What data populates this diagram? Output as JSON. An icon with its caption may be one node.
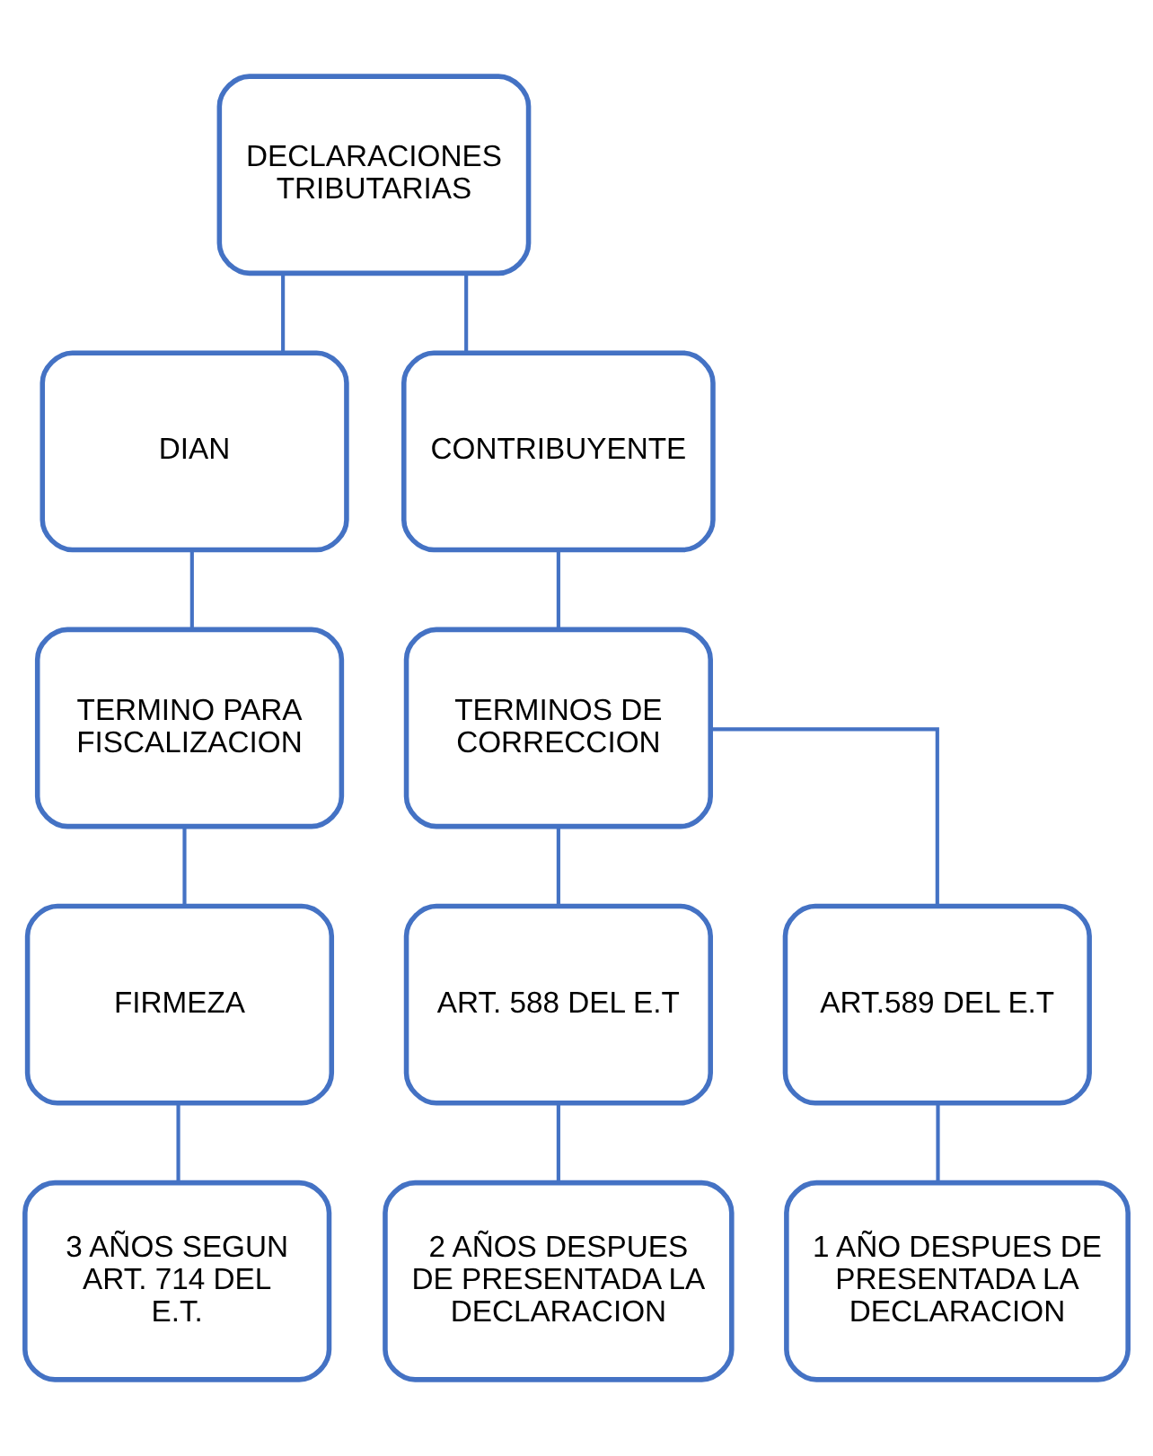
{
  "diagram": {
    "nodes": [
      {
        "text": [
          "DECLARACIONES TRIBUTARIAS"
        ]
      },
      {
        "text": [
          "DIAN"
        ]
      },
      {
        "text": [
          "CONTRIBUYENTE"
        ]
      },
      {
        "text": [
          "TERMINO PARA FISCALIZACION"
        ]
      },
      {
        "text": [
          "TERMINOS DE CORRECCION"
        ]
      },
      {
        "text": [
          "FIRMEZA"
        ]
      },
      {
        "text": [
          "ART. 588 DEL E.T"
        ]
      },
      {
        "text": [
          "ART.589 DEL E.T"
        ]
      },
      {
        "text": [
          "3 AÑOS SEGUN ART. 714 DEL  E.T."
        ]
      },
      {
        "text": [
          "2 AÑOS DESPUES DE PRESENTADA LA DECLARACION"
        ]
      },
      {
        "text": [
          "1 AÑO DESPUES DE PRESENTADA LA DECLARACION"
        ]
      }
    ],
    "edges": [
      {
        "from": 0,
        "to": 1,
        "arrow": "none"
      },
      {
        "from": 0,
        "to": 2,
        "arrow": "none"
      },
      {
        "from": 1,
        "to": 3,
        "arrow": "none"
      },
      {
        "from": 2,
        "to": 4,
        "arrow": "none"
      },
      {
        "from": 3,
        "to": 5,
        "arrow": "none"
      },
      {
        "from": 4,
        "to": 6,
        "arrow": "none"
      },
      {
        "from": 4,
        "to": 7,
        "arrow": "none"
      },
      {
        "from": 5,
        "to": 8,
        "arrow": "none"
      },
      {
        "from": 6,
        "to": 9,
        "arrow": "none"
      },
      {
        "from": 7,
        "to": 10,
        "arrow": "none"
      }
    ]
  }
}
